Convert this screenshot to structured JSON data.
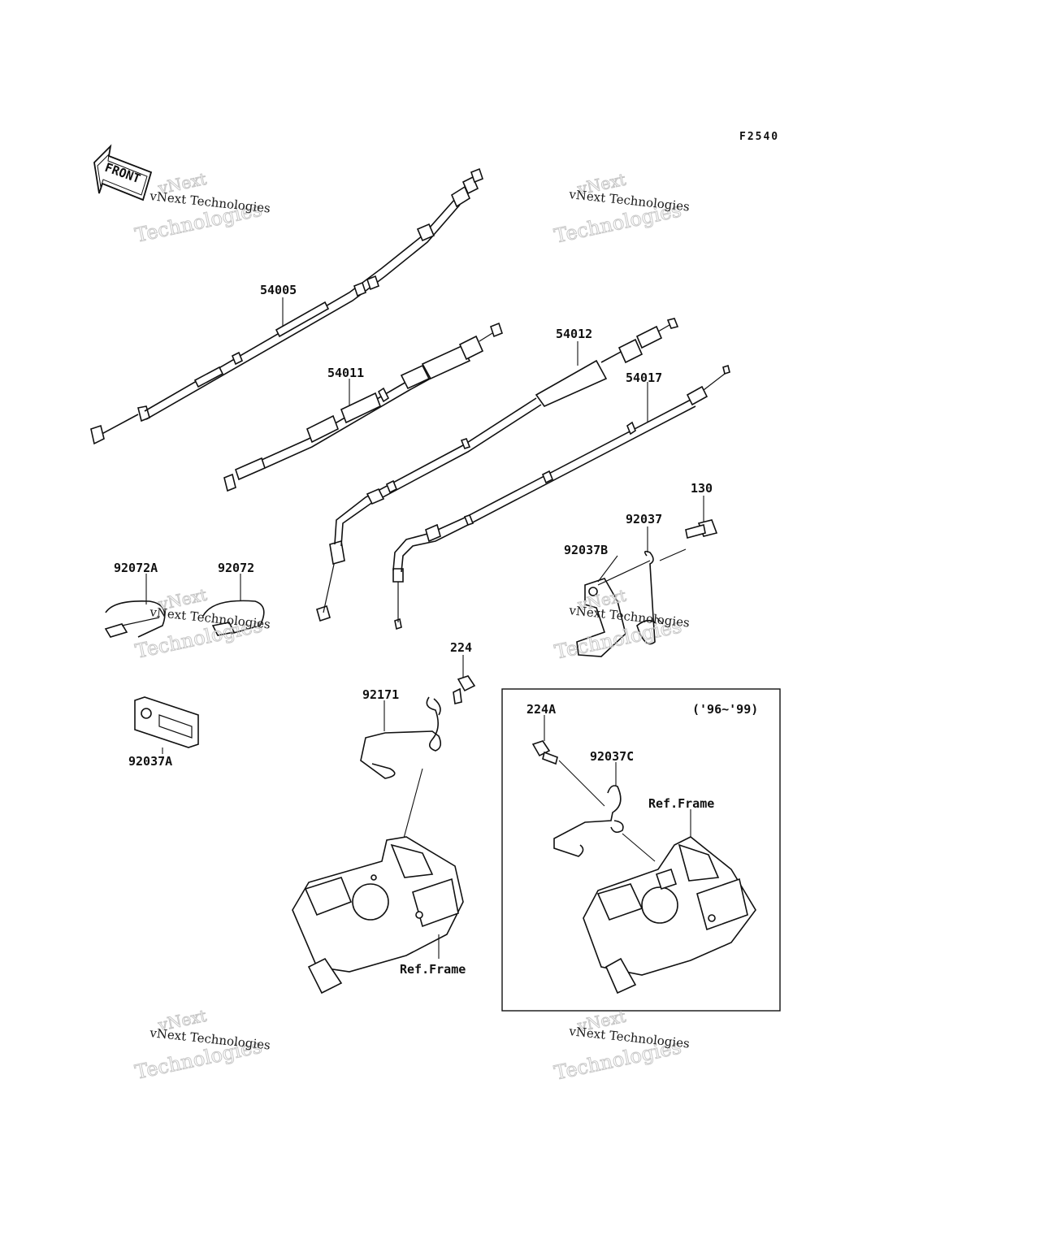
{
  "figure_code": "F2540",
  "front_label": "FRONT",
  "variant_box_label": "('96~'99)",
  "watermark": {
    "line1": "vNext Technologies",
    "line2": "vNext",
    "line3": "Technologies"
  },
  "parts": [
    {
      "id": "p54005",
      "label": "54005"
    },
    {
      "id": "p54011",
      "label": "54011"
    },
    {
      "id": "p54012",
      "label": "54012"
    },
    {
      "id": "p54017",
      "label": "54017"
    },
    {
      "id": "p130",
      "label": "130"
    },
    {
      "id": "p92037",
      "label": "92037"
    },
    {
      "id": "p92037B",
      "label": "92037B"
    },
    {
      "id": "p92072A",
      "label": "92072A"
    },
    {
      "id": "p92072",
      "label": "92072"
    },
    {
      "id": "p224",
      "label": "224"
    },
    {
      "id": "p92171",
      "label": "92171"
    },
    {
      "id": "p92037A",
      "label": "92037A"
    },
    {
      "id": "p224A",
      "label": "224A"
    },
    {
      "id": "p92037C",
      "label": "92037C"
    },
    {
      "id": "refFrame1",
      "label": "Ref.Frame"
    },
    {
      "id": "refFrame2",
      "label": "Ref.Frame"
    }
  ]
}
